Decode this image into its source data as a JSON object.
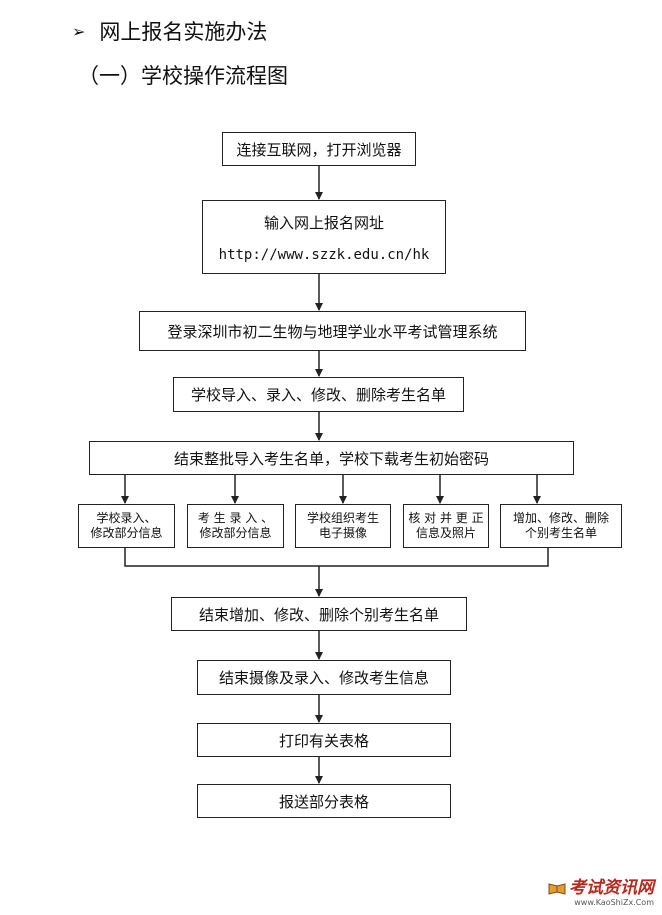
{
  "headings": {
    "section_arrow": "➢",
    "section_title": "网上报名实施办法",
    "subsection_title": "（一）学校操作流程图"
  },
  "flow": {
    "step1": "连接互联网，打开浏览器",
    "step2_line1": "输入网上报名网址",
    "step2_url": "http://www.szzk.edu.cn/hk",
    "step3": "登录深圳市初二生物与地理学业水平考试管理系统",
    "step4": "学校导入、录入、修改、删除考生名单",
    "step5": "结束整批导入考生名单，学校下载考生初始密码",
    "branches": [
      {
        "line1": "学校录入、",
        "line2": "修改部分信息"
      },
      {
        "line1": "考 生 录 入 、",
        "line2": "修改部分信息"
      },
      {
        "line1": "学校组织考生",
        "line2": "电子摄像"
      },
      {
        "line1": "核 对 并 更 正",
        "line2": "信息及照片"
      },
      {
        "line1": "增加、修改、删除",
        "line2": "个别考生名单"
      }
    ],
    "step6": "结束增加、修改、删除个别考生名单",
    "step7": "结束摄像及录入、修改考生信息",
    "step8": "打印有关表格",
    "step9": "报送部分表格"
  },
  "watermark": {
    "name": "考试资讯网",
    "url": "www.KaoShiZx.Com"
  },
  "colors": {
    "line": "#222222",
    "watermark": "#b5291e"
  }
}
